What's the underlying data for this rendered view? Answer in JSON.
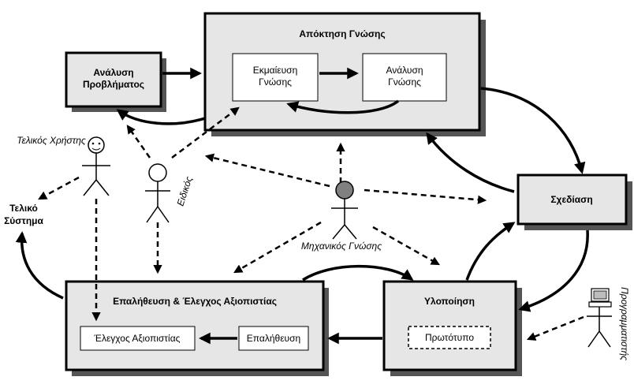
{
  "boxes": {
    "knowledge_acquisition": {
      "title": "Απόκτηση Γνώσης"
    },
    "knowledge_elicitation": {
      "line1": "Εκμαίευση",
      "line2": "Γνώσης"
    },
    "knowledge_analysis": {
      "line1": "Ανάλυση",
      "line2": "Γνώσης"
    },
    "problem_analysis": {
      "line1": "Ανάλυση",
      "line2": "Προβλήματος"
    },
    "design": {
      "title": "Σχεδίαση"
    },
    "implementation": {
      "title": "Υλοποίηση"
    },
    "prototype": {
      "label": "Πρωτότυπο"
    },
    "verification_validation": {
      "title": "Επαλήθευση & Έλεγχος Αξιοπιστίας"
    },
    "validation": {
      "label": "Έλεγχος Αξιοπιστίας"
    },
    "verification": {
      "label": "Επαλήθευση"
    }
  },
  "actors": {
    "end_user": {
      "label": "Τελικός Χρήστης"
    },
    "expert": {
      "label": "Ειδικός"
    },
    "knowledge_engineer": {
      "label": "Μηχανικός Γνώσης"
    },
    "programmer": {
      "label": "Προγραμματιστής"
    }
  },
  "final_system": {
    "line1": "Τελικό",
    "line2": "Σύστημα"
  }
}
